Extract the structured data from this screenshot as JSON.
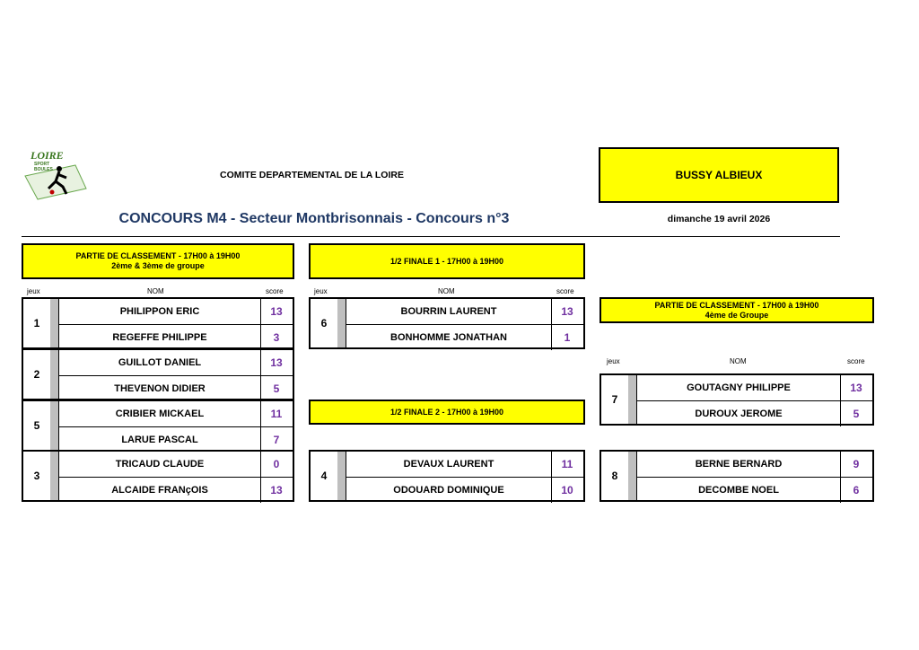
{
  "header": {
    "logo_text": "LOIRE",
    "logo_subtext": "SPORT BOULES",
    "committee": "COMITE DEPARTEMENTAL DE LA LOIRE",
    "venue": "BUSSY ALBIEUX",
    "title": "CONCOURS M4 - Secteur Montbrisonnais - Concours n°3",
    "date": "dimanche 19 avril 2026"
  },
  "colors": {
    "highlight": "#ffff00",
    "title": "#1f3864",
    "score": "#7030a0",
    "bar": "#bfbfbf"
  },
  "columns": {
    "jeux": "jeux",
    "nom": "NOM",
    "score": "score"
  },
  "sections": {
    "left": {
      "line1": "PARTIE DE CLASSEMENT - 17H00 à 19H00",
      "line2": "2ème & 3ème de groupe",
      "matches": [
        {
          "num": "1",
          "p1": "PHILIPPON ERIC",
          "s1": "13",
          "p2": "REGEFFE PHILIPPE",
          "s2": "3"
        },
        {
          "num": "2",
          "p1": "GUILLOT DANIEL",
          "s1": "13",
          "p2": "THEVENON DIDIER",
          "s2": "5"
        },
        {
          "num": "5",
          "p1": "CRIBIER MICKAEL",
          "s1": "11",
          "p2": "LARUE PASCAL",
          "s2": "7"
        },
        {
          "num": "3",
          "p1": "TRICAUD CLAUDE",
          "s1": "0",
          "p2": "ALCAIDE FRANçOIS",
          "s2": "13"
        }
      ]
    },
    "semi1": {
      "title": "1/2 FINALE 1 - 17H00 à 19H00",
      "match": {
        "num": "6",
        "p1": "BOURRIN LAURENT",
        "s1": "13",
        "p2": "BONHOMME JONATHAN",
        "s2": "1"
      }
    },
    "semi2": {
      "title": "1/2 FINALE 2 - 17H00 à 19H00",
      "match": {
        "num": "4",
        "p1": "DEVAUX LAURENT",
        "s1": "11",
        "p2": "ODOUARD DOMINIQUE",
        "s2": "10"
      }
    },
    "right": {
      "line1": "PARTIE DE CLASSEMENT - 17H00 à 19H00",
      "line2": "4ème de Groupe",
      "matches": [
        {
          "num": "7",
          "p1": "GOUTAGNY PHILIPPE",
          "s1": "13",
          "p2": "DUROUX JEROME",
          "s2": "5"
        },
        {
          "num": "8",
          "p1": "BERNE BERNARD",
          "s1": "9",
          "p2": "DECOMBE NOEL",
          "s2": "6"
        }
      ]
    }
  }
}
